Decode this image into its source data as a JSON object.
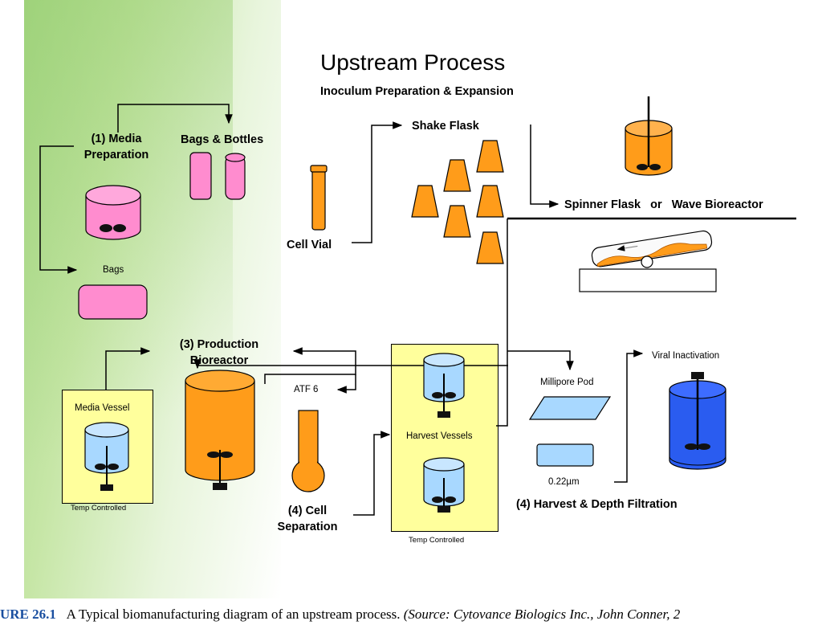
{
  "title": "Upstream Process",
  "subtitle": "Inoculum Preparation & Expansion",
  "labels": {
    "media_prep": "(1) Media\nPreparation",
    "bags_bottles": "Bags & Bottles",
    "bags": "Bags",
    "shake_flask": "Shake Flask",
    "cell_vial": "Cell Vial",
    "spinner_flask": "Spinner Flask   or   Wave Bioreactor",
    "production_bioreactor": "(3) Production\nBioreactor",
    "atf6": "ATF 6",
    "media_vessel": "Media Vessel",
    "temp_controlled_left": "Temp Controlled",
    "cell_separation": "(4) Cell\nSeparation",
    "harvest_vessels": "Harvest Vessels",
    "temp_controlled_mid": "Temp Controlled",
    "millipore_pod": "Millipore Pod",
    "viral_inactivation": "Viral Inactivation",
    "filter_size": "0.22µm",
    "harvest_depth": "(4) Harvest & Depth Filtration"
  },
  "caption": {
    "figure": "URE 26.1",
    "text": "A Typical biomanufacturing diagram of an upstream process.",
    "source": "(Source: Cytovance Biologics Inc., John Conner, 2"
  },
  "colors": {
    "orange": "#ff9c1a",
    "pink": "#ff8ccf",
    "light_blue": "#a8d8ff",
    "blue": "#2a5cf0",
    "yellow": "#ffff9c",
    "green": "#a9d98a"
  }
}
